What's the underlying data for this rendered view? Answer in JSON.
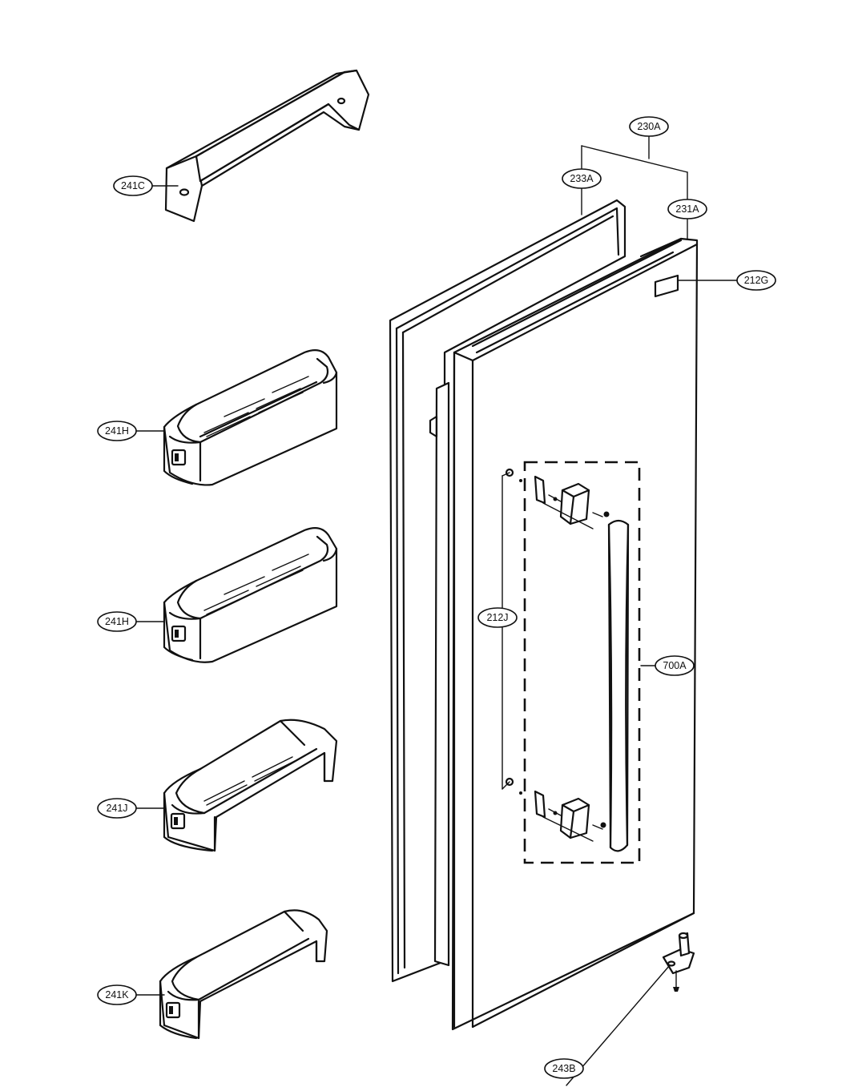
{
  "callouts": {
    "c241C": "241C",
    "c241H_1": "241H",
    "c241H_2": "241H",
    "c241J": "241J",
    "c241K": "241K",
    "c230A": "230A",
    "c233A": "233A",
    "c231A": "231A",
    "c212G": "212G",
    "c212J": "212J",
    "c700A": "700A",
    "c243B": "243B"
  }
}
